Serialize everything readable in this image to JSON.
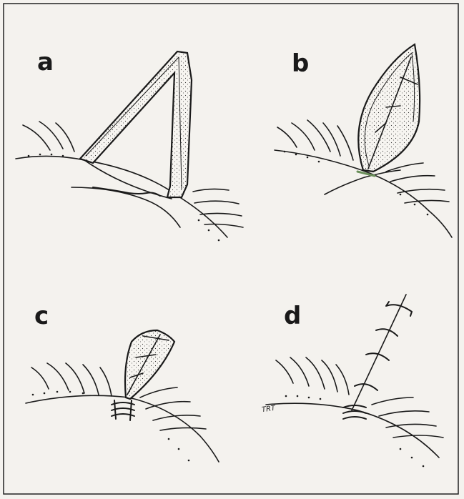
{
  "panels": [
    {
      "label": "a"
    },
    {
      "label": "b"
    },
    {
      "label": "c"
    },
    {
      "label": "d"
    }
  ],
  "signature": "TRT",
  "colors": {
    "ink": "#1a1a1a",
    "paper": "#f4f2ee",
    "frame": "#222222",
    "suture_accent": "#6a8f5a"
  }
}
